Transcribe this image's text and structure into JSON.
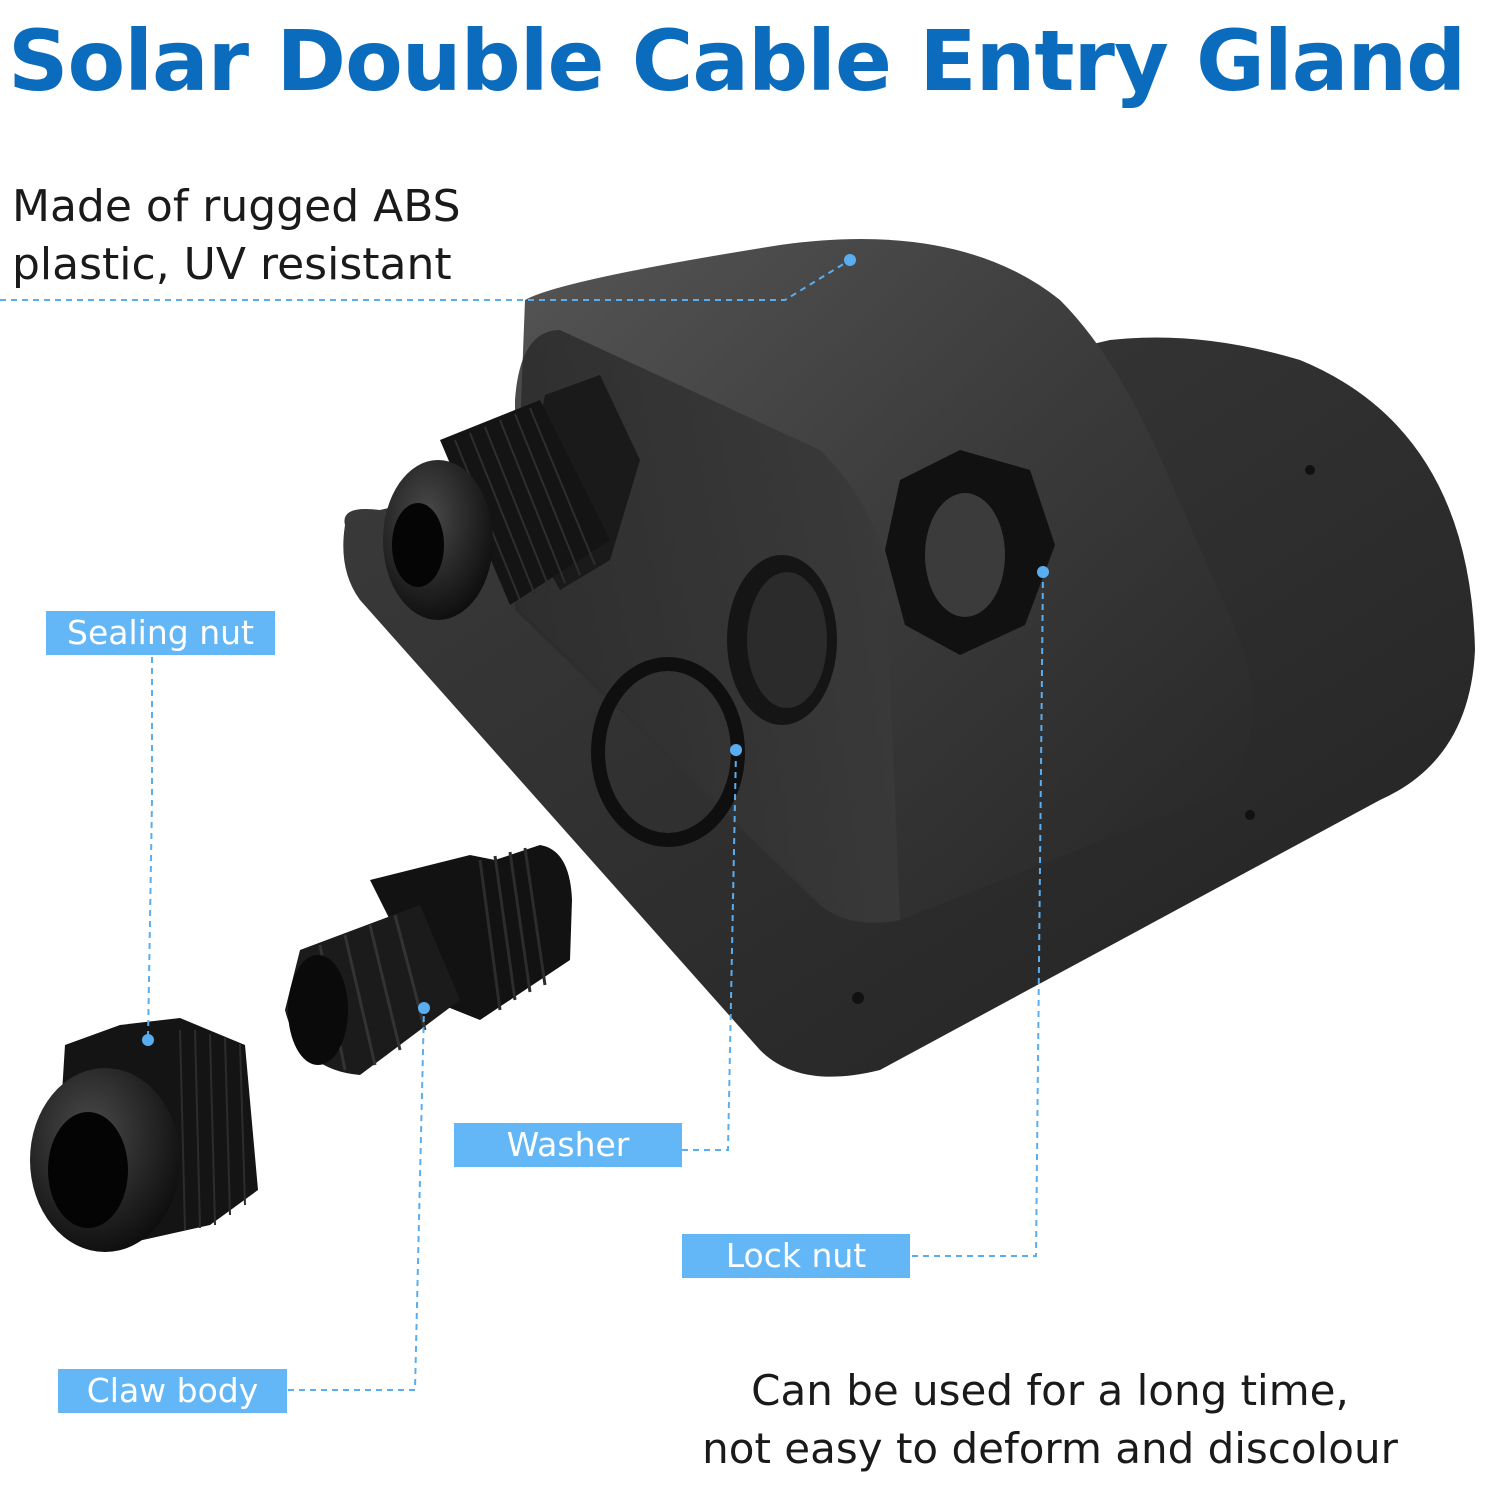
{
  "title": "Solar Double Cable Entry Gland",
  "feature_lines": [
    "Made of rugged ABS",
    "plastic, UV resistant"
  ],
  "labels": {
    "sealing_nut": "Sealing nut",
    "washer": "Washer",
    "lock_nut": "Lock nut",
    "claw_body": "Claw body"
  },
  "bottom_note_lines": [
    "Can be used for a long time,",
    "not easy to deform and discolour"
  ],
  "colors": {
    "title": "#0b6cbd",
    "label_bg": "#64b7f6",
    "leader_line": "#5aaef0",
    "product": "#2b2b2b"
  }
}
